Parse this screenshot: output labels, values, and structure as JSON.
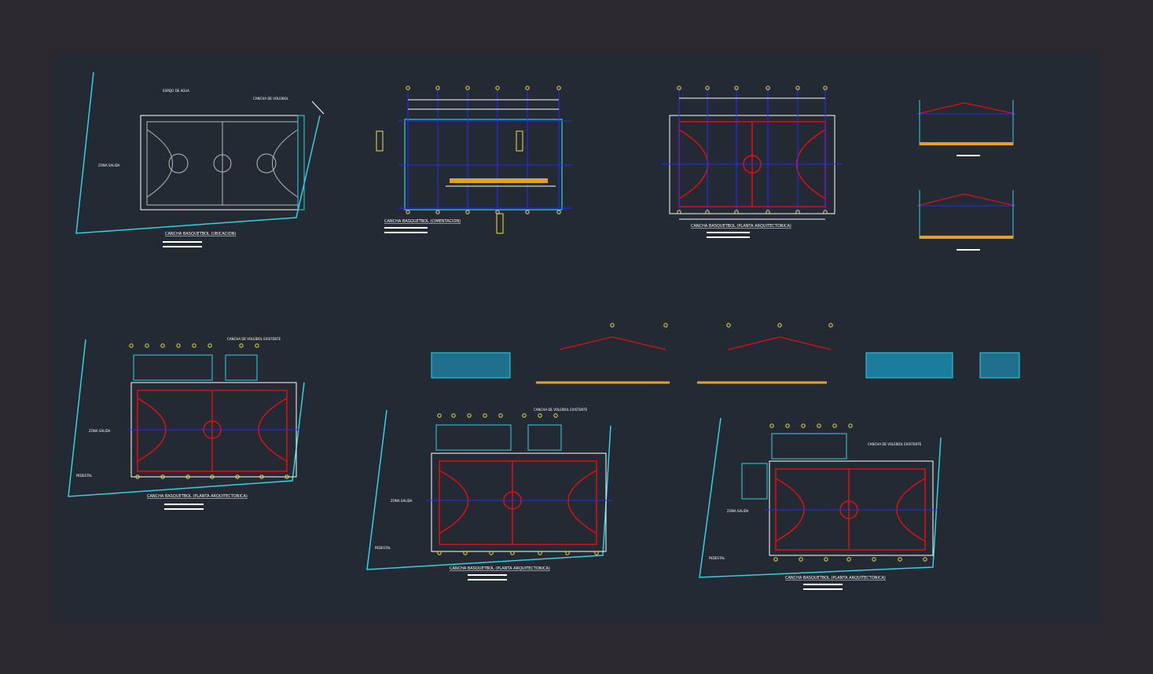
{
  "colors": {
    "background": "#2c2830",
    "drawing_area": "#232a33",
    "court_red": "#e01010",
    "axis_blue": "#2a2aff",
    "cyan": "#33d0e0",
    "grey": "#b8b8b8",
    "yellow": "#f0e040",
    "orange": "#e8a020",
    "green": "#40c040",
    "magenta": "#e020e0",
    "white": "#ffffff"
  },
  "labels": {
    "espejo_de_agua": "ESPEJO DE AGUA",
    "cancha_de_voleibol": "CANCHA DE VOLEIBOL",
    "zona_salida": "ZONA SALIDA",
    "zona_salida_2": "ZONA SALIDA",
    "zona_salida_3": "ZONA SALIDA",
    "zona_salida_4": "ZONA SALIDA",
    "cancha_de_voleibol_existente": "CANCHA DE VOLEIBOL EXISTENTE",
    "cancha_de_voleibol_existente_2": "CANCHA DE VOLEIBOL EXISTENTE",
    "cancha_de_voleibol_existente_3": "CANCHA DE VOLEIBOL EXISTENTE",
    "pedestal": "PEDESTAL"
  },
  "titles": {
    "t1": "CANCHA BASQUETBOL (UBICACION)",
    "t2": "CANCHA BASQUETBOL (CIMENTACION)",
    "t3": "CANCHA BASQUETBOL (PLANTA ARQUITECTONICA)",
    "t4": "CANCHA BASQUETBOL (PLANTA ARQUITECTONICA)",
    "t5": "CANCHA BASQUETBOL (PLANTA ARQUITECTONICA)",
    "t6": "CANCHA BASQUETBOL (PLANTA ARQUITECTONICA)"
  }
}
